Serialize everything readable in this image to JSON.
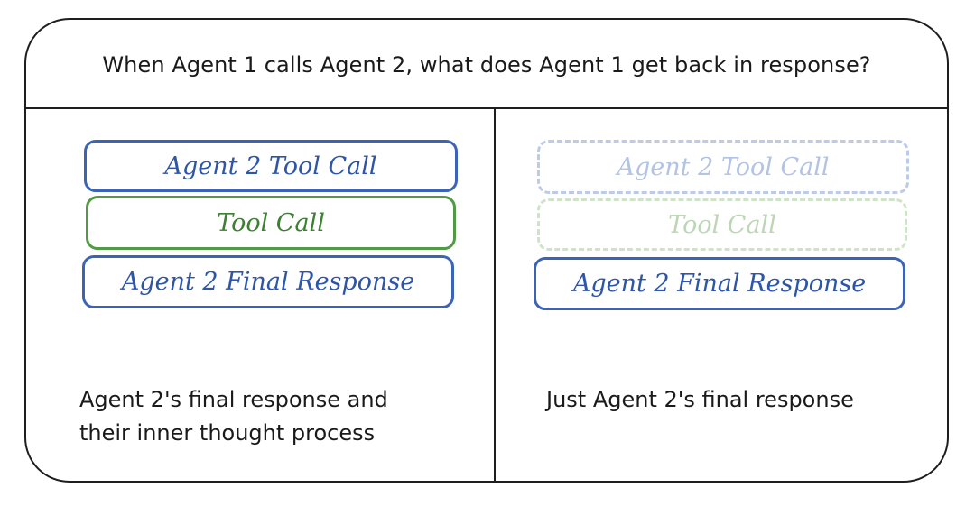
{
  "question": "When Agent 1 calls Agent 2, what does Agent 1 get back in response?",
  "left_panel": {
    "blocks": [
      {
        "label": "Agent 2 Tool Call"
      },
      {
        "label": "Tool Call"
      },
      {
        "label": "Agent 2 Final Response"
      }
    ],
    "caption_line1": "Agent 2's final response and",
    "caption_line2": "their inner thought process"
  },
  "right_panel": {
    "blocks": [
      {
        "label": "Agent 2 Tool Call"
      },
      {
        "label": "Tool Call"
      },
      {
        "label": "Agent 2 Final Response"
      }
    ],
    "caption": "Just Agent 2's final response"
  },
  "colors": {
    "agent_blue": "#3b64b8",
    "tool_green": "#529a45",
    "faded_blue": "#bccbe8",
    "faded_green": "#cfe3c9",
    "outline": "#1e1e1e"
  }
}
